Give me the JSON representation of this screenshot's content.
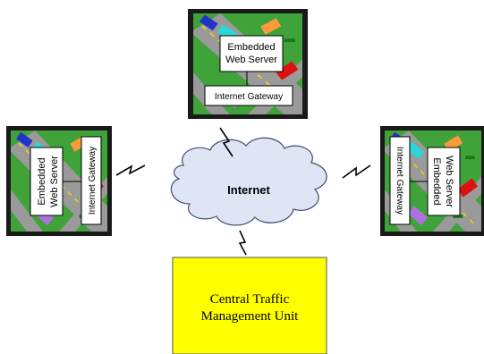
{
  "colors": {
    "tile_border": "#1a1a1a",
    "grass": "#3fa33a",
    "road": "#9a9a9a",
    "road_line": "#ffd800",
    "cloud_fill": "#dfe5f4",
    "cloud_stroke": "#3f4f6f",
    "central_fill": "#ffff00",
    "central_stroke": "#555555",
    "label_box_fill": "#ffffff"
  },
  "nodes": {
    "top": {
      "server_line1": "Embedded",
      "server_line2": "Web Server",
      "gateway": "Internet Gateway"
    },
    "left": {
      "server_line1": "Embedded",
      "server_line2": "Web Server",
      "gateway": "Internet Gateway"
    },
    "right": {
      "server_line1": "Embedded",
      "server_line2": "Web Server",
      "gateway": "Internet Gateway"
    }
  },
  "cloud": {
    "label": "Internet"
  },
  "central": {
    "line1": "Central Traffic",
    "line2": "Management Unit"
  },
  "icons": [
    "lightning-link-icon",
    "car-icon",
    "cloud-icon"
  ]
}
